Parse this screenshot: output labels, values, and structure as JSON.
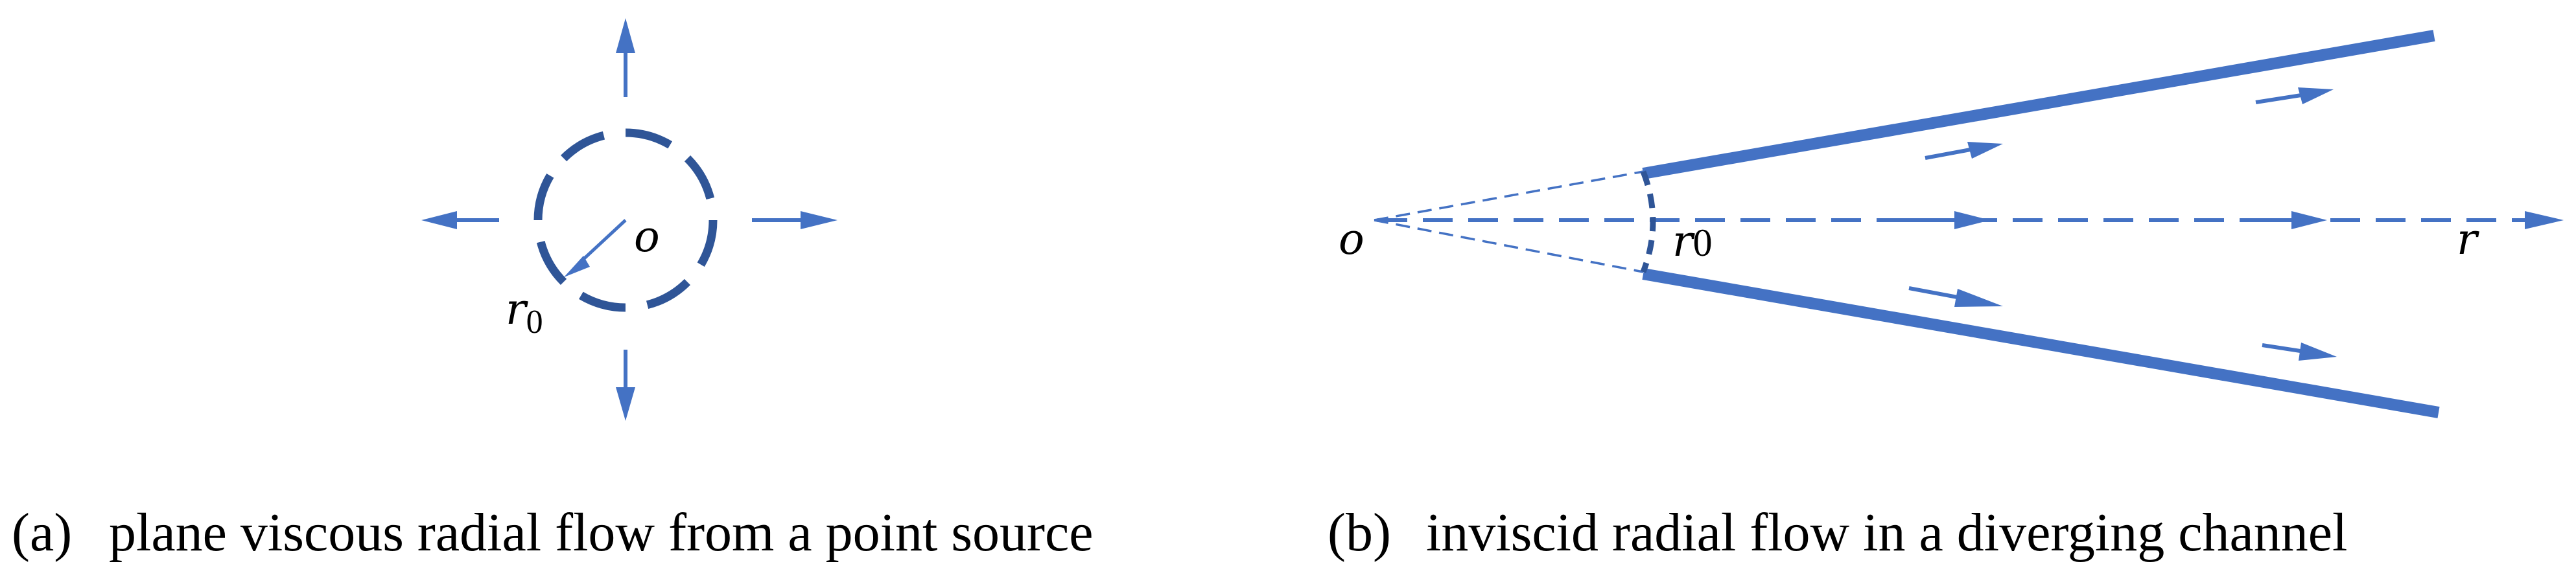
{
  "panel_a": {
    "center_label": "o",
    "radius_label": "r",
    "radius_subscript": "0",
    "caption_marker": "(a)",
    "caption_text": "plane viscous radial flow from a point source"
  },
  "panel_b": {
    "origin_label": "o",
    "radius_label": "r",
    "radius_subscript": "0",
    "axis_label": "r",
    "caption_marker": "(b)",
    "caption_text": "inviscid radial flow in a diverging channel"
  },
  "colors": {
    "arrow_blue": "#4472C4",
    "circle_dark_blue": "#2F5597",
    "wall_blue": "#4472C4",
    "text": "#000000"
  }
}
